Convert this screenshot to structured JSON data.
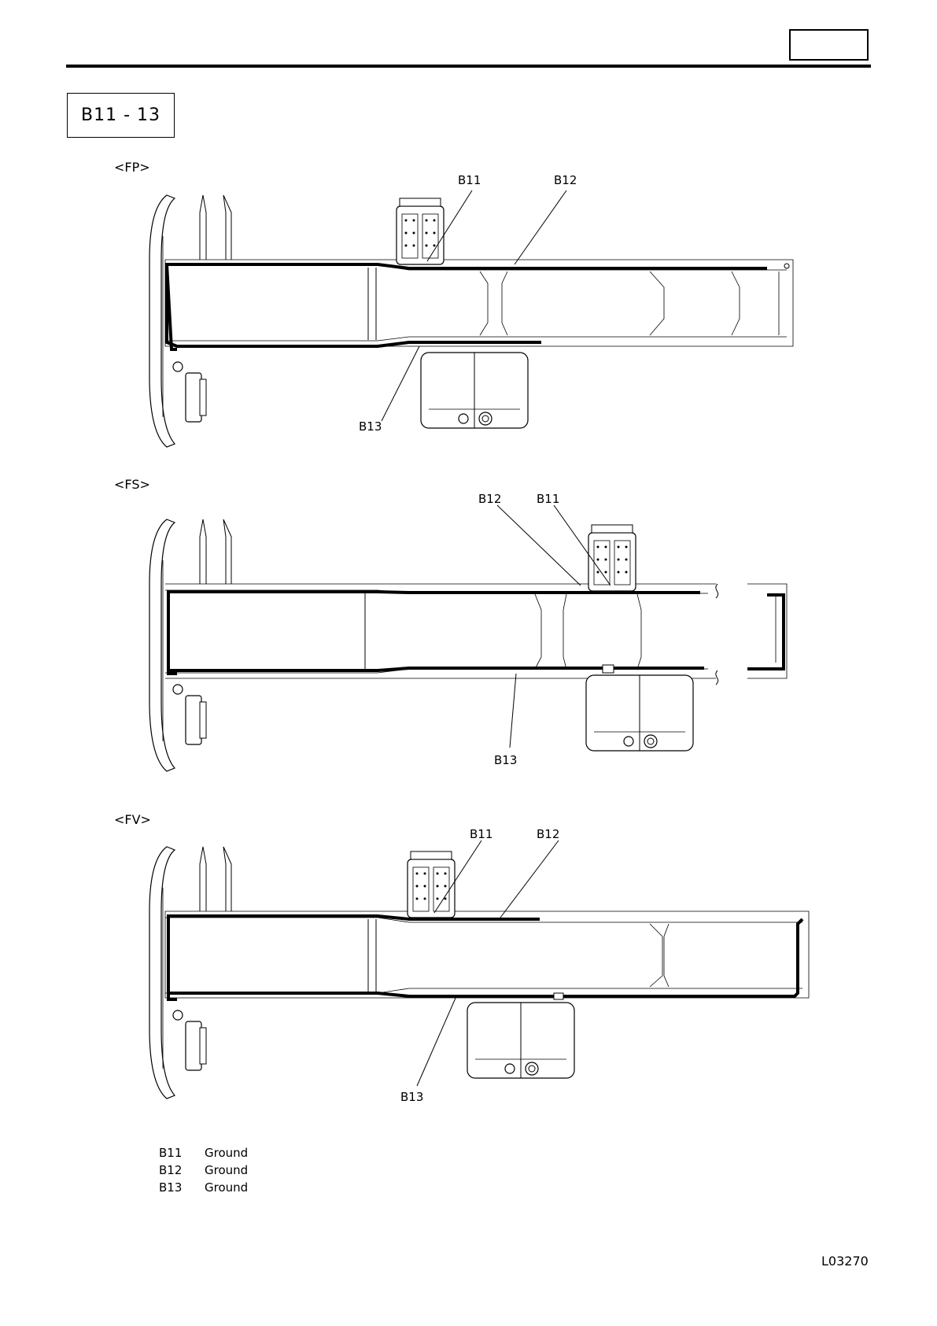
{
  "header": {
    "page_box_text": ""
  },
  "section": {
    "title": "B11 - 13"
  },
  "figures": [
    {
      "variant": "<FP>",
      "callouts": [
        "B11",
        "B12",
        "B13"
      ]
    },
    {
      "variant": "<FS>",
      "callouts": [
        "B12",
        "B11",
        "B13"
      ]
    },
    {
      "variant": "<FV>",
      "callouts": [
        "B11",
        "B12",
        "B13"
      ]
    }
  ],
  "legend": [
    {
      "code": "B11",
      "desc": "Ground"
    },
    {
      "code": "B12",
      "desc": "Ground"
    },
    {
      "code": "B13",
      "desc": "Ground"
    }
  ],
  "footer": {
    "doc_code": "L03270"
  }
}
